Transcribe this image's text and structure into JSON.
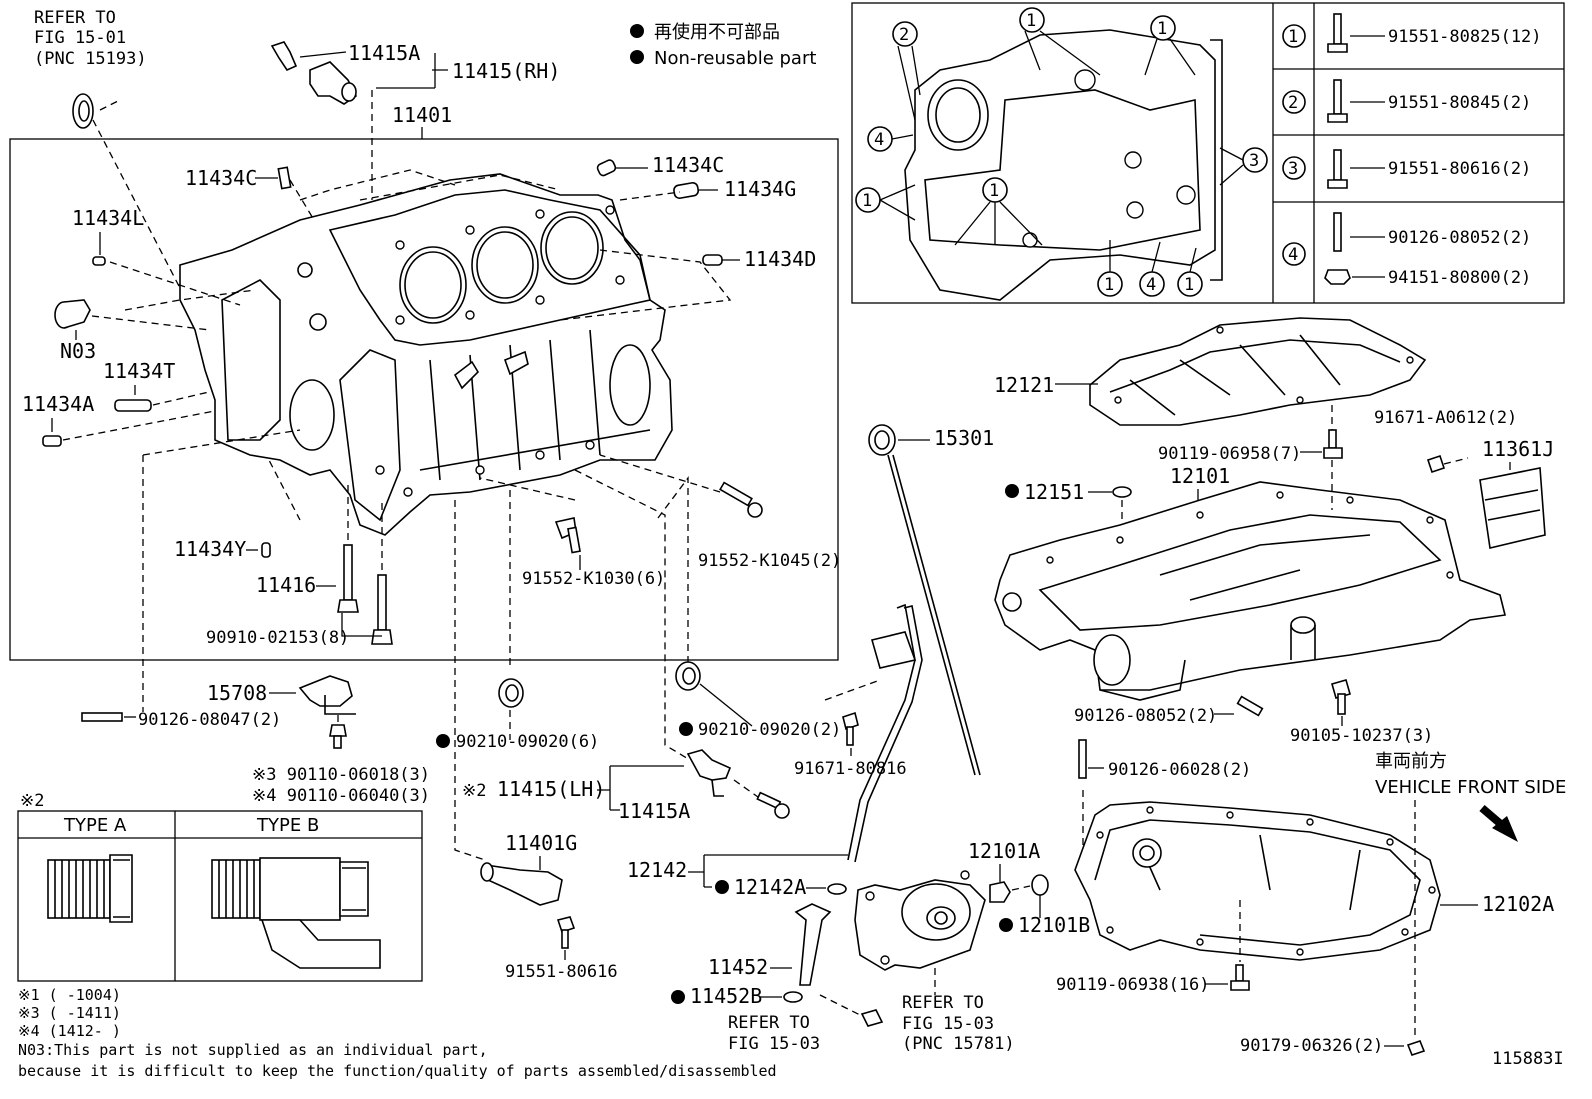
{
  "diagram_id": "115883I",
  "legend": {
    "jp": "再使用不可部品",
    "en": "Non-reusable part"
  },
  "refer_top": [
    "REFER TO",
    "FIG 15-01",
    "(PNC 15193)"
  ],
  "top_labels": {
    "p11415A_top": "11415A",
    "p11415RH": "11415(RH)",
    "p11401": "11401",
    "p11434C_left": "11434C",
    "p11434C_right": "11434C",
    "p11434G": "11434G",
    "p11434L": "11434L",
    "p11434D": "11434D",
    "pN03": "N03",
    "p11434T": "11434T",
    "p11434A": "11434A",
    "p11434Y": "11434Y",
    "p11416": "11416",
    "p90910": "90910-02153(8)",
    "p91552K1030": "91552-K1030(6)",
    "p91552K1045": "91552-K1045(2)"
  },
  "mid_labels": {
    "p15708": "15708",
    "p90126_08047": "90126-08047(2)",
    "p90110_06018": "※3 90110-06018(3)",
    "p90110_06040": "※4 90110-06040(3)",
    "p90210_left": "90210-09020(6)",
    "p90210_right": "90210-09020(2)",
    "p91671_80816": "91671-80816",
    "p15301": "15301",
    "p11415LH_prefix": "※2",
    "p11415LH": "11415(LH)",
    "p11415A_bottom": "11415A",
    "p11401G": "11401G",
    "p91551_80616": "91551-80616",
    "p12142": "12142",
    "p12142A": "12142A",
    "p11452": "11452",
    "p11452B": "11452B",
    "p12101A_b": "12101A",
    "p12101B": "12101B"
  },
  "refer_bottom_left": [
    "REFER TO",
    "FIG 15-03"
  ],
  "refer_bottom_right": [
    "REFER TO",
    "FIG 15-03",
    "(PNC 15781)"
  ],
  "right_labels": {
    "p12121": "12121",
    "p90119_06958": "90119-06958(7)",
    "p91671_A0612": "91671-A0612(2)",
    "p11361J": "11361J",
    "p12151": "12151",
    "p12101": "12101",
    "p90126_08052b": "90126-08052(2)",
    "p90105_10237": "90105-10237(3)",
    "p90126_06028": "90126-06028(2)",
    "p12102A": "12102A",
    "p90119_06938": "90119-06938(16)",
    "p90179_06326": "90179-06326(2)"
  },
  "vehicle_front": {
    "jp": "車両前方",
    "en": "VEHICLE FRONT SIDE"
  },
  "bolt_table": {
    "rows": [
      {
        "num": "1",
        "parts": [
          "91551-80825(12)"
        ]
      },
      {
        "num": "2",
        "parts": [
          "91551-80845(2)"
        ]
      },
      {
        "num": "3",
        "parts": [
          "91551-80616(2)"
        ]
      },
      {
        "num": "4",
        "parts": [
          "90126-08052(2)",
          "94151-80800(2)"
        ]
      }
    ]
  },
  "inset_callouts": [
    "1",
    "2",
    "3",
    "4"
  ],
  "type_table": {
    "note_mark": "※2",
    "headers": [
      "TYPE A",
      "TYPE B"
    ]
  },
  "footnotes": [
    "※1 (      -1004)",
    "※3 (      -1411)",
    "※4 (1412-      )",
    "N03:This part is not supplied as an individual part,",
    "     because it is difficult to keep the function/quality of parts assembled/disassembled"
  ]
}
